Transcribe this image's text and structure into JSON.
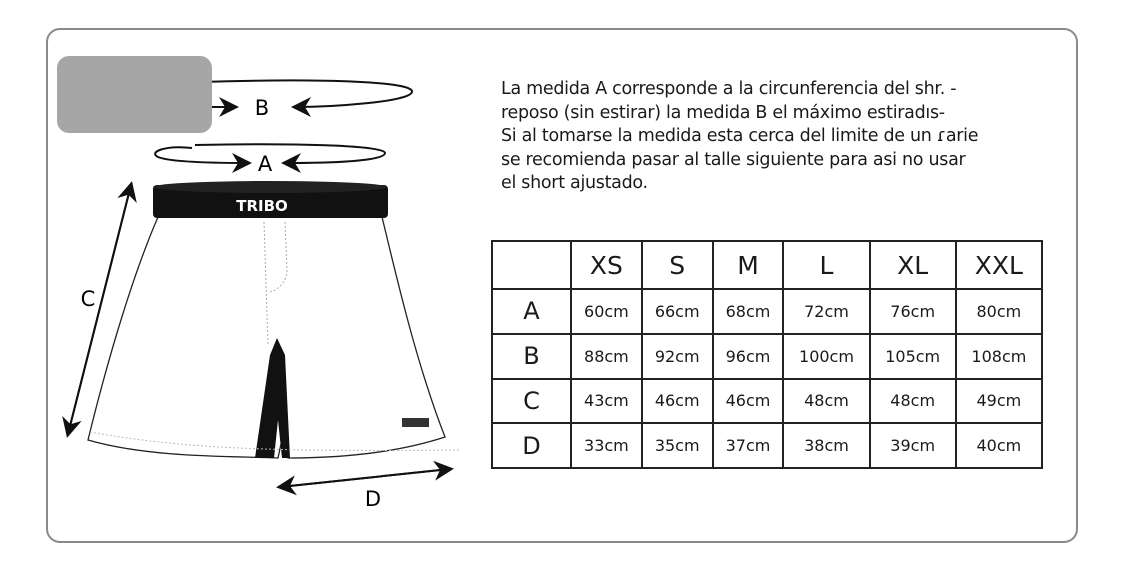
{
  "diagram": {
    "brand": "TRIBO",
    "labels": {
      "a": "A",
      "b": "B",
      "c": "C",
      "d": "D"
    }
  },
  "description": [
    "La medida A corresponde a la circunferencia del shr. -",
    "reposo (sin estirar) la medida B el máximo estiradıs-",
    "Si al tomarse la medida esta cerca del limite de un ɾarie",
    "se recomienda pasar al talle siguiente para asi no usar",
    "el short ajustado."
  ],
  "table": {
    "columns": [
      "XS",
      "S",
      "M",
      "L",
      "XL",
      "XXL"
    ],
    "rows": [
      {
        "label": "A",
        "values": [
          "60cm",
          "66cm",
          "68cm",
          "72cm",
          "76cm",
          "80cm"
        ]
      },
      {
        "label": "B",
        "values": [
          "88cm",
          "92cm",
          "96cm",
          "100cm",
          "105cm",
          "108cm"
        ]
      },
      {
        "label": "C",
        "values": [
          "43cm",
          "46cm",
          "46cm",
          "48cm",
          "48cm",
          "49cm"
        ]
      },
      {
        "label": "D",
        "values": [
          "33cm",
          "35cm",
          "37cm",
          "38cm",
          "39cm",
          "40cm"
        ]
      }
    ]
  }
}
